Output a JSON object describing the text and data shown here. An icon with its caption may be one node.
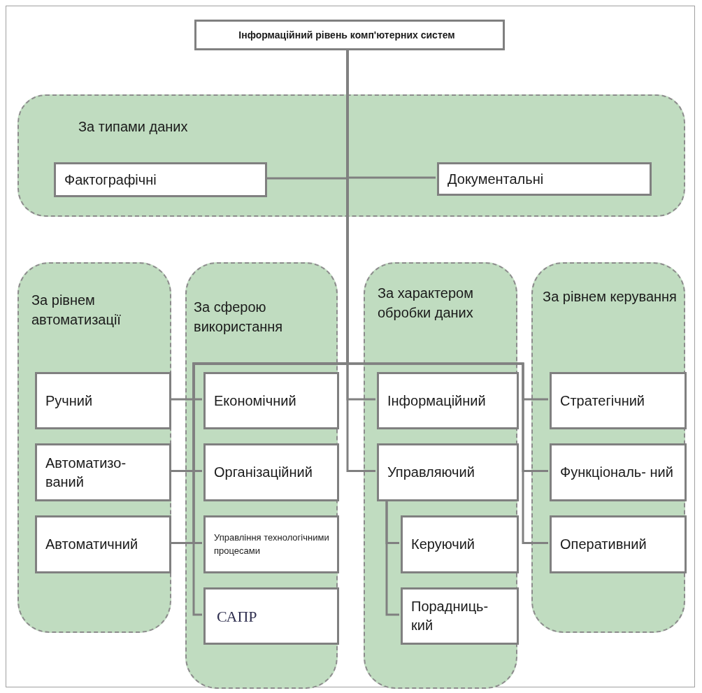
{
  "diagram": {
    "nodes": [
      {
        "text": [
          "Інформаційний рівень комп'ютерних систем"
        ]
      },
      {
        "text": [
          "За типами даних"
        ]
      },
      {
        "text": [
          "Фактографічні"
        ],
        "in": 1
      },
      {
        "text": [
          "Документальні"
        ],
        "in": 1
      },
      {
        "text": [
          "За рівнем автоматизації"
        ]
      },
      {
        "text": [
          "Ручний"
        ],
        "in": 4
      },
      {
        "text": [
          "Автоматизо- ваний"
        ],
        "in": 4
      },
      {
        "text": [
          "Автоматичний"
        ],
        "in": 4
      },
      {
        "text": [
          "За сферою використання"
        ]
      },
      {
        "text": [
          "Економічний"
        ],
        "in": 8
      },
      {
        "text": [
          "Організаційний"
        ],
        "in": 8
      },
      {
        "text": [
          "Управління технологічними процесами"
        ],
        "in": 8
      },
      {
        "text": [
          "САПР"
        ],
        "in": 8
      },
      {
        "text": [
          "За характером обробки даних"
        ]
      },
      {
        "text": [
          "Інформаційний"
        ],
        "in": 13
      },
      {
        "text": [
          "Управляючий"
        ],
        "in": 13
      },
      {
        "text": [
          "Керуючий"
        ],
        "in": 13
      },
      {
        "text": [
          "Порадниць- кий"
        ],
        "in": 13
      },
      {
        "text": [
          "За рівнем керування"
        ]
      },
      {
        "text": [
          "Стратегічний"
        ],
        "in": 18
      },
      {
        "text": [
          "Функціональ- ний"
        ],
        "in": 18
      },
      {
        "text": [
          "Оперативний"
        ],
        "in": 18
      }
    ],
    "edges": [
      {
        "from": 0,
        "to": 2,
        "arrow": "none"
      },
      {
        "from": 0,
        "to": 3,
        "arrow": "none"
      },
      {
        "from": 0,
        "to": 5,
        "arrow": "none"
      },
      {
        "from": 0,
        "to": 6,
        "arrow": "none"
      },
      {
        "from": 0,
        "to": 7,
        "arrow": "none"
      },
      {
        "from": 0,
        "to": 9,
        "arrow": "none"
      },
      {
        "from": 0,
        "to": 10,
        "arrow": "none"
      },
      {
        "from": 0,
        "to": 11,
        "arrow": "none"
      },
      {
        "from": 0,
        "to": 12,
        "arrow": "none"
      },
      {
        "from": 0,
        "to": 14,
        "arrow": "none"
      },
      {
        "from": 0,
        "to": 15,
        "arrow": "none"
      },
      {
        "from": 15,
        "to": 16,
        "arrow": "none"
      },
      {
        "from": 15,
        "to": 17,
        "arrow": "none"
      },
      {
        "from": 0,
        "to": 19,
        "arrow": "none"
      },
      {
        "from": 0,
        "to": 20,
        "arrow": "none"
      },
      {
        "from": 0,
        "to": 21,
        "arrow": "none"
      }
    ]
  }
}
